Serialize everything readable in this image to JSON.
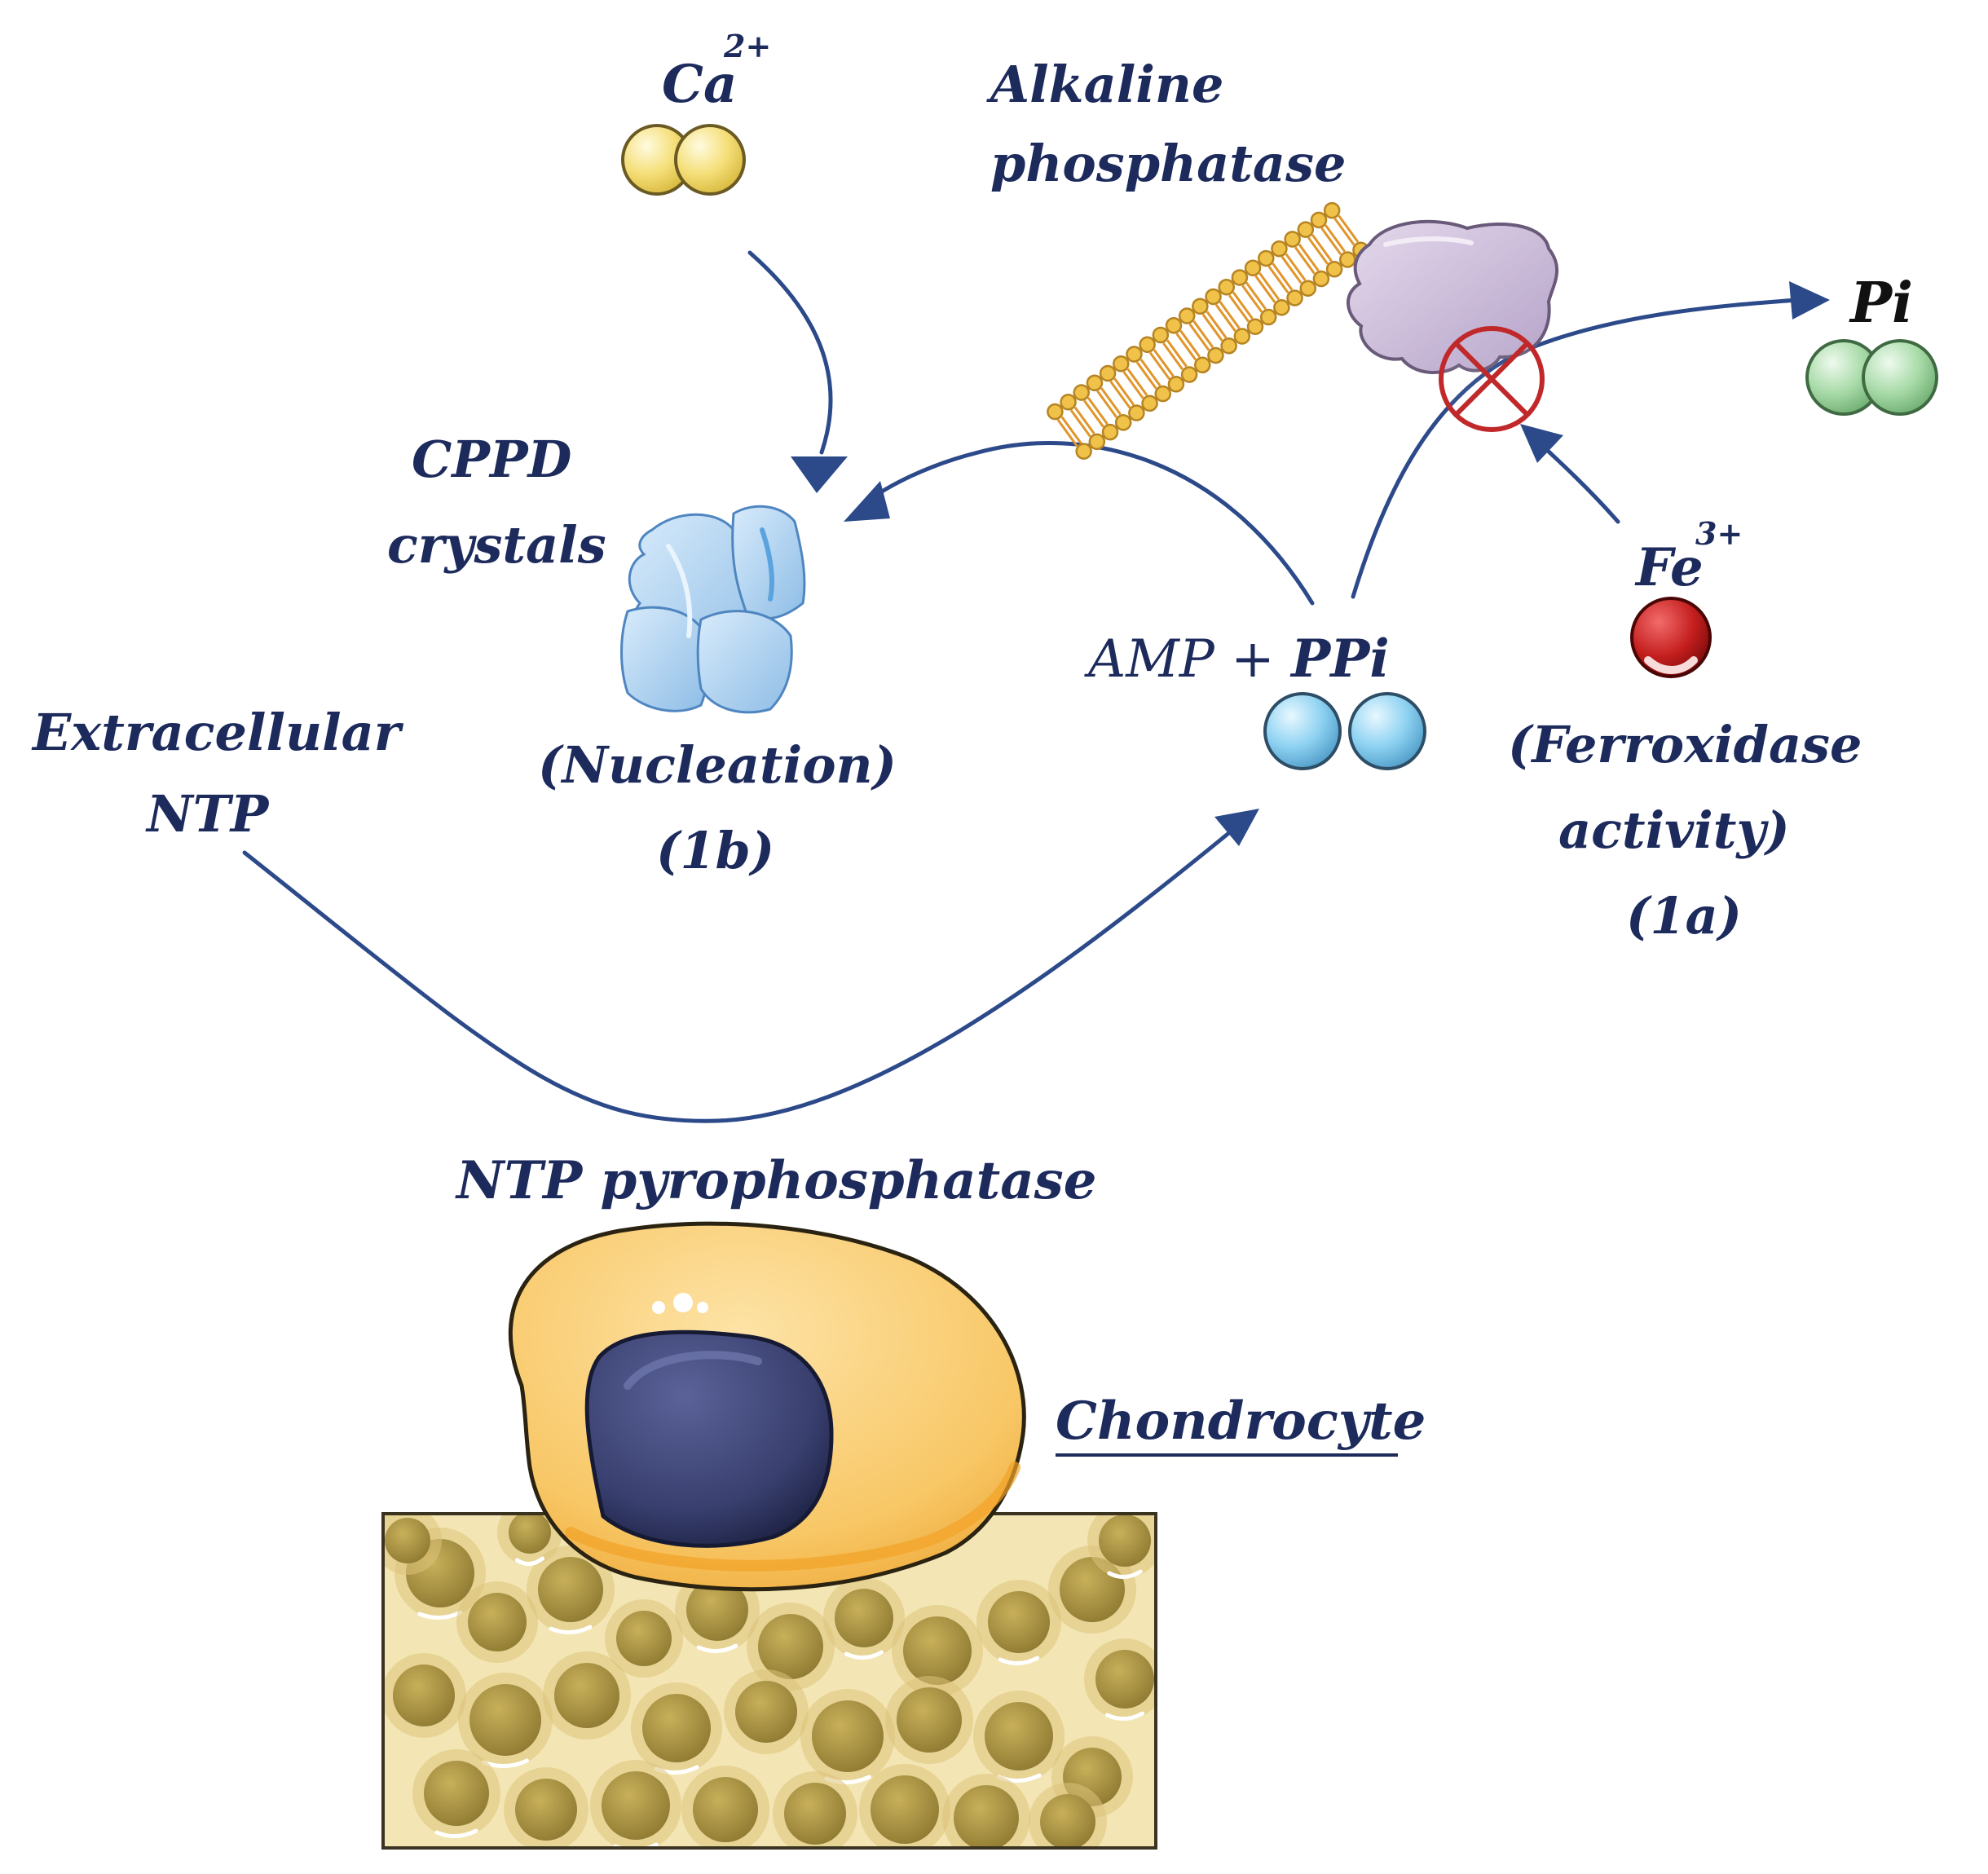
{
  "labels": {
    "ca": "Ca",
    "ca_charge": "2+",
    "alkaline_line1": "Alkaline",
    "alkaline_line2": "phosphatase",
    "pi": "Pi",
    "cppd_line1": "CPPD",
    "cppd_line2": "crystals",
    "amp": "AMP + ",
    "ppi": "PPi",
    "fe": "Fe",
    "fe_charge": "3+",
    "ferroxidase_line1": "(Ferroxidase",
    "ferroxidase_line2": "activity)",
    "ferroxidase_ref": "(1a)",
    "extracellular_line1": "Extracellular",
    "extracellular_line2": "NTP",
    "nucleation_line1": "(Nucleation)",
    "nucleation_ref": "(1b)",
    "ntp_pyro": "NTP pyrophosphatase",
    "chondrocyte": "Chondrocyte"
  },
  "colors": {
    "text": "#1c2a5c",
    "arrow": "#2c4a8a",
    "calcium": "#f2dc72",
    "phosphate": "#a7d8a7",
    "ppi": "#87cdef",
    "iron": "#c41e1e",
    "enzyme": "#c8b6d6",
    "membrane": "#e9b33a",
    "inhibit": "#c0282a",
    "crystal": "#a9cbec",
    "cell": "#f8c766",
    "nucleus": "#3a4275",
    "matrix": "#f2e5b0",
    "matrix_dots": "#b29a4c"
  },
  "icons": [
    "calcium-ion-icon",
    "phosphate-ion-icon",
    "pyrophosphate-ion-icon",
    "iron-ion-icon",
    "inhibition-icon",
    "crystal-icon",
    "enzyme-icon",
    "membrane-icon",
    "chondrocyte-cell-icon",
    "cartilage-matrix-icon"
  ]
}
